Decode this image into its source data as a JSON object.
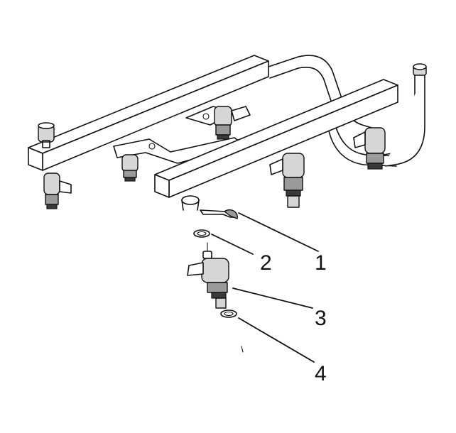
{
  "callouts": [
    {
      "label": "1",
      "part": "fuel-injector-retainer-clip"
    },
    {
      "label": "2",
      "part": "upper-o-ring-seal"
    },
    {
      "label": "3",
      "part": "fuel-injector"
    },
    {
      "label": "4",
      "part": "lower-o-ring-seal"
    }
  ],
  "colors": {
    "line": "#111111",
    "shade_light": "#d6d6d6",
    "shade_medium": "#9a9a9a",
    "shade_dark": "#3a3a3a",
    "background": "#ffffff"
  }
}
